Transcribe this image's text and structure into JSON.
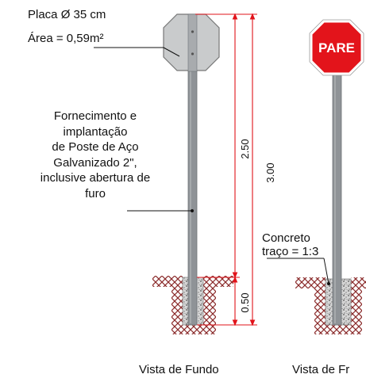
{
  "labels": {
    "placa": "Placa Ø 35 cm",
    "area": "Área = 0,59m²",
    "fornecimento_lines": [
      "Fornecimento e",
      "implantação",
      "de Poste de Aço",
      "Galvanizado 2\",",
      "inclusive abertura de",
      "furo"
    ],
    "concreto": "Concreto",
    "traco": "traço = 1:3"
  },
  "dimensions": {
    "d_250": "2.50",
    "d_300": "3.00",
    "d_050": "0.50"
  },
  "sign": {
    "text": "PARE",
    "color": "#e3141b",
    "back_color": "#c9cbcc"
  },
  "captions": {
    "fundo": "Vista de Fundo",
    "frente": "Vista de Fr"
  },
  "colors": {
    "dimension": "#e1131a",
    "pole": "#8f9397",
    "soil": "#8a2a2a"
  }
}
